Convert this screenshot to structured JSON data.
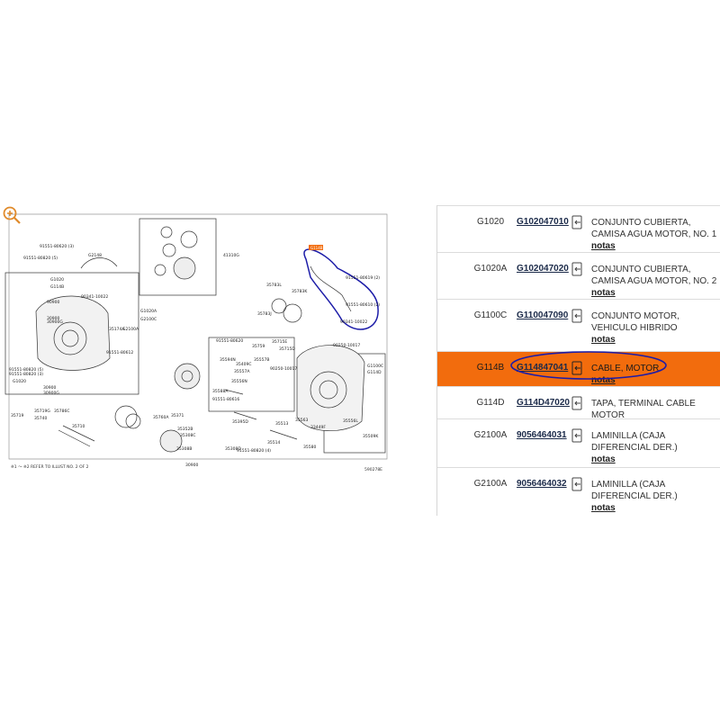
{
  "diagram": {
    "labels": [
      "91551-80620 (3)",
      "G2148",
      "91551-80820 (5)",
      "G1020",
      "G114B",
      "90341-10022",
      "90900",
      "30900",
      "30900G",
      "G1020A",
      "G2100C",
      "G2100A",
      "35174A",
      "91551-80612",
      "91551-80820 (5)",
      "91551-80820 (3)",
      "G1020",
      "30900",
      "30900G",
      "41310G",
      "91551-80619 (2)",
      "91551-80610 (2)",
      "35783L",
      "35783K",
      "35783J",
      "91551-80620",
      "35715E",
      "35715D",
      "35759",
      "35594N",
      "35557B",
      "35556N",
      "35588A",
      "35409C",
      "35557A",
      "91551-80616",
      "90250-10017",
      "90341-10022",
      "90250-10017",
      "G1100C",
      "G114D",
      "35719",
      "35719G",
      "35740",
      "35786C",
      "35760A",
      "35371",
      "35352B",
      "35308C",
      "35308B",
      "35308D",
      "35395D",
      "35513",
      "33449F",
      "35563",
      "35556L",
      "35509K",
      "35514",
      "35580",
      "91551-80820 (4)",
      "35710",
      "30900"
    ],
    "footnote": "※1 ～ ※2 REFER TO ILLUST NO. 2 OF 2",
    "drawing_id": "590278E",
    "highlight_tag": "G114B",
    "annotation_color": "#1c1ca8"
  },
  "parts": [
    {
      "code": "G1020",
      "number": "G102047010",
      "desc": "CONJUNTO CUBIERTA, CAMISA AGUA MOTOR, NO. 1",
      "notes": "notas",
      "selected": false
    },
    {
      "code": "G1020A",
      "number": "G102047020",
      "desc": "CONJUNTO CUBIERTA, CAMISA AGUA MOTOR, NO. 2",
      "notes": "notas",
      "selected": false
    },
    {
      "code": "G1100C",
      "number": "G110047090",
      "desc": "CONJUNTO MOTOR, VEHICULO HIBRIDO",
      "notes": "notas",
      "selected": false
    },
    {
      "code": "G114B",
      "number": "G114847041",
      "desc": "CABLE, MOTOR",
      "notes": "notas",
      "selected": true
    },
    {
      "code": "G114D",
      "number": "G114D47020",
      "desc": "TAPA, TERMINAL CABLE MOTOR",
      "notes": "",
      "selected": false
    },
    {
      "code": "G2100A",
      "number": "9056464031",
      "desc": "LAMINILLA (CAJA DIFERENCIAL DER.)",
      "notes": "notas",
      "selected": false
    },
    {
      "code": "G2100A",
      "number": "9056464032",
      "desc": "LAMINILLA (CAJA DIFERENCIAL DER.)",
      "notes": "notas",
      "selected": false
    }
  ],
  "colors": {
    "selected_row": "#f26c0d",
    "annotation": "#1c1ca8",
    "part_link": "#1b2a49"
  },
  "icons": {
    "zoom": "zoom-in-icon",
    "cart": "add-to-cart-icon"
  }
}
